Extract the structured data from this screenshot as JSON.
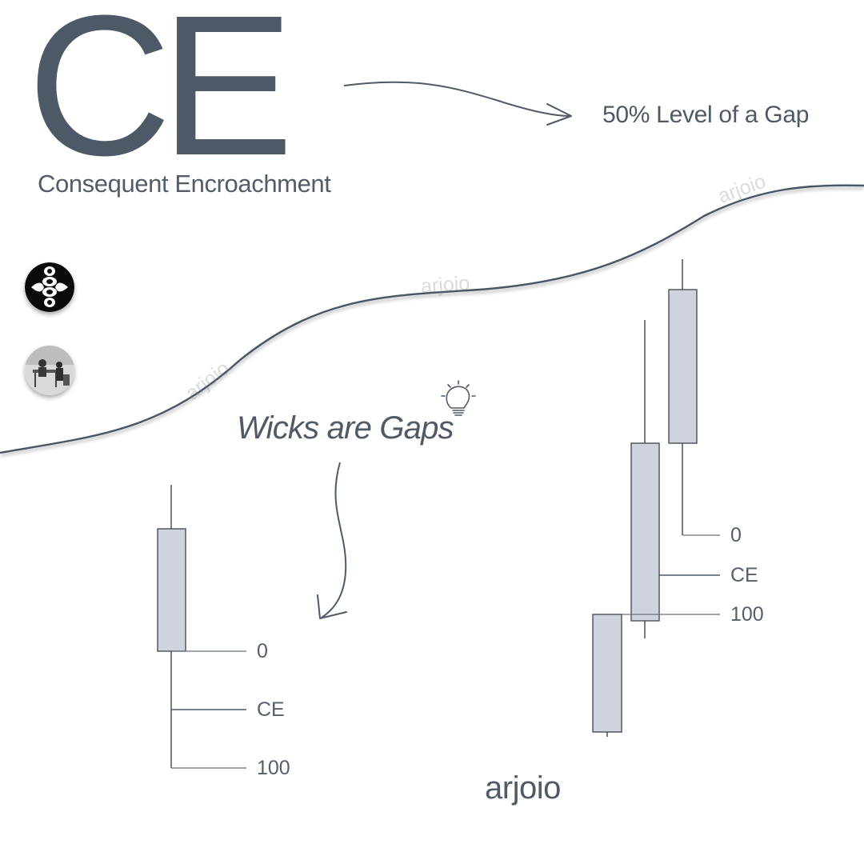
{
  "title": {
    "abbreviation": "CE",
    "full_name": "Consequent Encroachment"
  },
  "definition": "50% Level of a Gap",
  "tip": "Wicks are Gaps",
  "left_example": {
    "levels": [
      "0",
      "CE",
      "100"
    ]
  },
  "right_example": {
    "levels": [
      "0",
      "CE",
      "100"
    ]
  },
  "watermarks": [
    "arjoio",
    "arjoio",
    "arjoio"
  ],
  "brand": "arjoio",
  "avatars": [
    {
      "icon": "logo-emblem-icon"
    },
    {
      "icon": "profile-photo-icon"
    }
  ],
  "colors": {
    "text": "#4f5a66",
    "candle_fill": "#cfd3dc",
    "candle_stroke": "#4a4f57",
    "line": "#4d5966"
  }
}
